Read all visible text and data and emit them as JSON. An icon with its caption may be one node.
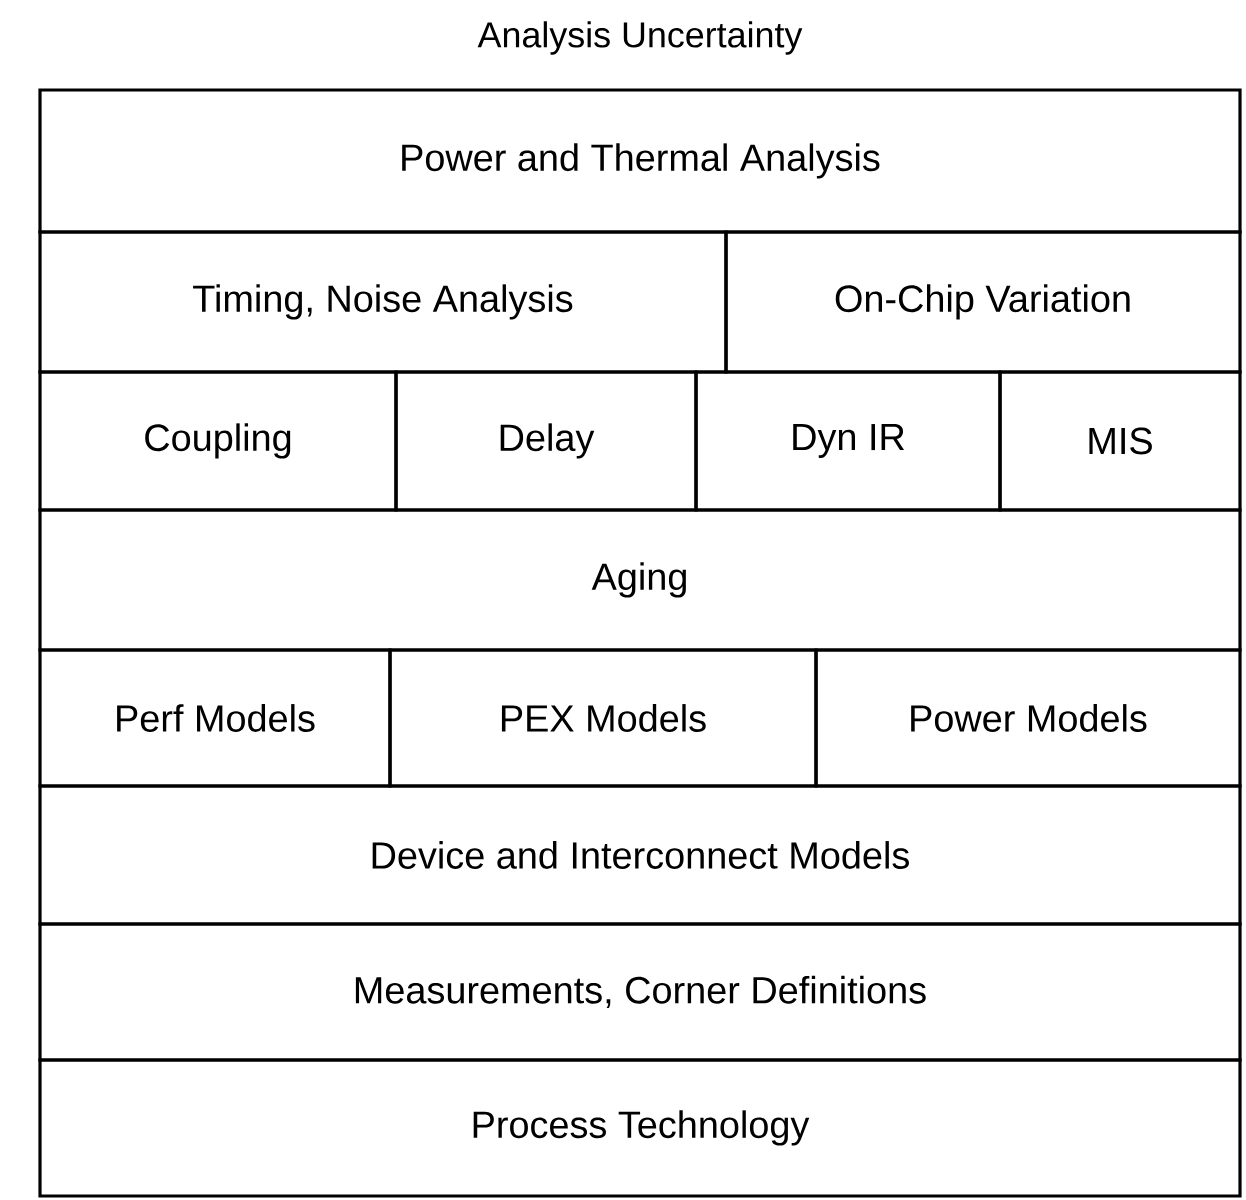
{
  "diagram": {
    "title": "Analysis Uncertainty",
    "nodes": [
      {
        "text": [
          "Power and Thermal Analysis"
        ]
      },
      {
        "text": [
          "Timing, Noise Analysis"
        ]
      },
      {
        "text": [
          "On-Chip Variation"
        ]
      },
      {
        "text": [
          "Coupling"
        ]
      },
      {
        "text": [
          "Delay"
        ]
      },
      {
        "text": [
          "Dyn IR"
        ]
      },
      {
        "text": [
          "MIS"
        ]
      },
      {
        "text": [
          "Aging"
        ]
      },
      {
        "text": [
          "Perf Models"
        ]
      },
      {
        "text": [
          "PEX Models"
        ]
      },
      {
        "text": [
          "Power Models"
        ]
      },
      {
        "text": [
          "Device and Interconnect Models"
        ]
      },
      {
        "text": [
          "Measurements, Corner Definitions"
        ]
      },
      {
        "text": [
          "Process Technology"
        ]
      }
    ]
  }
}
